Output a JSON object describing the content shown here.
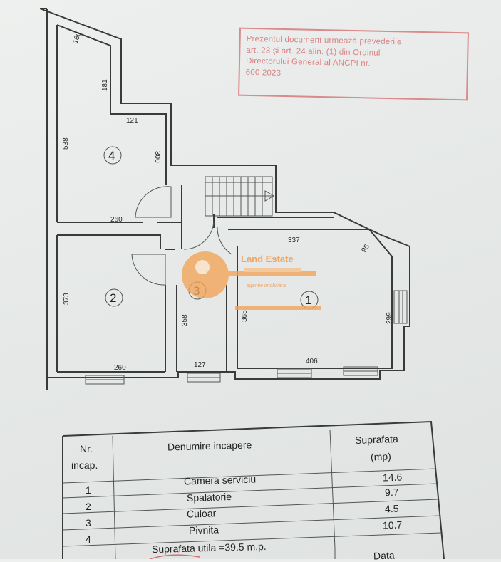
{
  "stamp": {
    "line1": "Prezentul document urmează prevederile",
    "line2": "art. 23 și art. 24 alin. (1) din Ordinul",
    "line3": "Directorului General al ANCPI nr.",
    "line4": "600 2023"
  },
  "watermark": {
    "brand": "Land Estate",
    "tagline": "agentie imobiliara"
  },
  "plan": {
    "rooms": [
      "1",
      "2",
      "3",
      "4"
    ],
    "dims": {
      "r4_top": "180",
      "r4_181": "181",
      "r4_121": "121",
      "r4_300": "300",
      "r4_538": "538",
      "r4_260": "260",
      "r2_373": "373",
      "r2_260": "260",
      "r3_358": "358",
      "r3_127": "127",
      "r1_337": "337",
      "r1_95": "95",
      "r1_365": "365",
      "r1_299": "299",
      "r1_406": "406"
    }
  },
  "table": {
    "headers": {
      "nr": "Nr.",
      "incap": "incap.",
      "denumire": "Denumire incapere",
      "suprafata": "Suprafata",
      "unit": "(mp)"
    },
    "rows": [
      {
        "nr": "1",
        "name": "Camera serviciu",
        "area": "14.6"
      },
      {
        "nr": "2",
        "name": "Spalatorie",
        "area": "9.7"
      },
      {
        "nr": "3",
        "name": "Culoar",
        "area": "4.5"
      },
      {
        "nr": "4",
        "name": "Pivnita",
        "area": "10.7"
      }
    ],
    "total": "Suprafata utila =39.5 m.p.",
    "data_label": "Data"
  }
}
